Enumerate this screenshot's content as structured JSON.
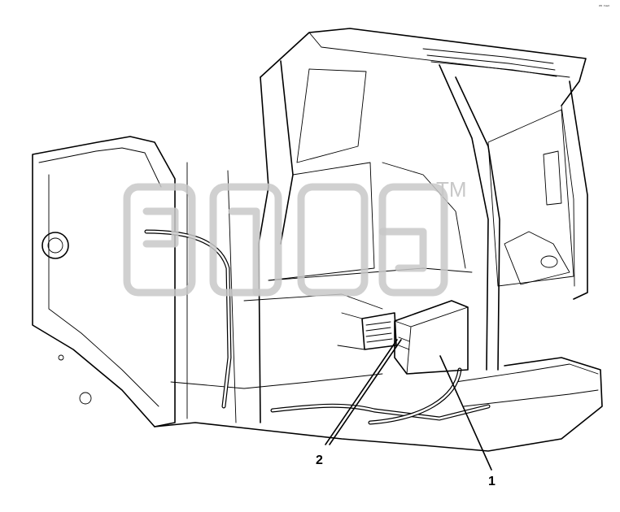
{
  "drawing": {
    "callouts": [
      {
        "id": "1",
        "label": "1"
      },
      {
        "id": "2",
        "label": "2"
      }
    ],
    "corner_code": "²⁰ ᵐᵃᵈ",
    "watermark_text": "TM"
  }
}
